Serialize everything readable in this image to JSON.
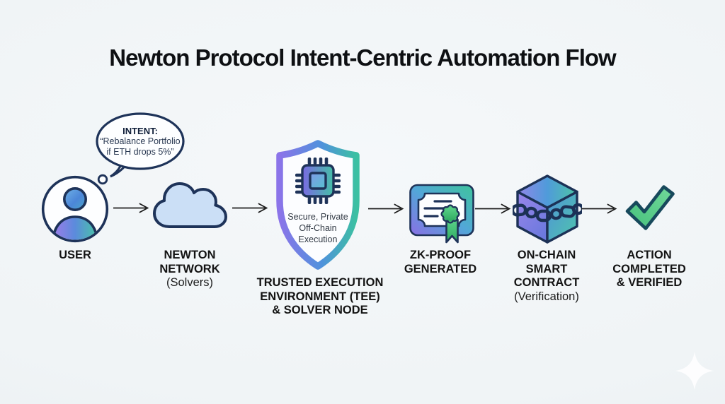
{
  "title": "Newton Protocol Intent-Centric Automation Flow",
  "bubble": {
    "heading": "INTENT:",
    "line1": "“Rebalance Portfolio",
    "line2": "if ETH drops 5%”"
  },
  "nodes": {
    "user": {
      "label1": "USER"
    },
    "network": {
      "label1": "NEWTON",
      "label2": "NETWORK",
      "sub": "(Solvers)"
    },
    "tee": {
      "inner1": "Secure, Private",
      "inner2": "Off-Chain",
      "inner3": "Execution",
      "label1": "TRUSTED EXECUTION",
      "label2": "ENVIRONMENT (TEE)",
      "label3": "& SOLVER NODE"
    },
    "zkproof": {
      "label1": "ZK-PROOF",
      "label2": "GENERATED"
    },
    "contract": {
      "label1": "ON-CHAIN",
      "label2": "SMART",
      "label3": "CONTRACT",
      "sub": "(Verification)"
    },
    "action": {
      "label1": "ACTION",
      "label2": "COMPLETED",
      "label3": "& VERIFIED"
    }
  },
  "colors": {
    "background": "#f1f4f6",
    "outline_navy": "#1e3359",
    "gradient_purple": "#8a76e8",
    "gradient_blue": "#4f93dc",
    "gradient_teal": "#3fc0a0",
    "cloud_fill": "#cbdff6",
    "check_green": "#57cb87",
    "check_outline": "#17495c",
    "title_text": "#0e1013",
    "label_text": "#131313"
  }
}
